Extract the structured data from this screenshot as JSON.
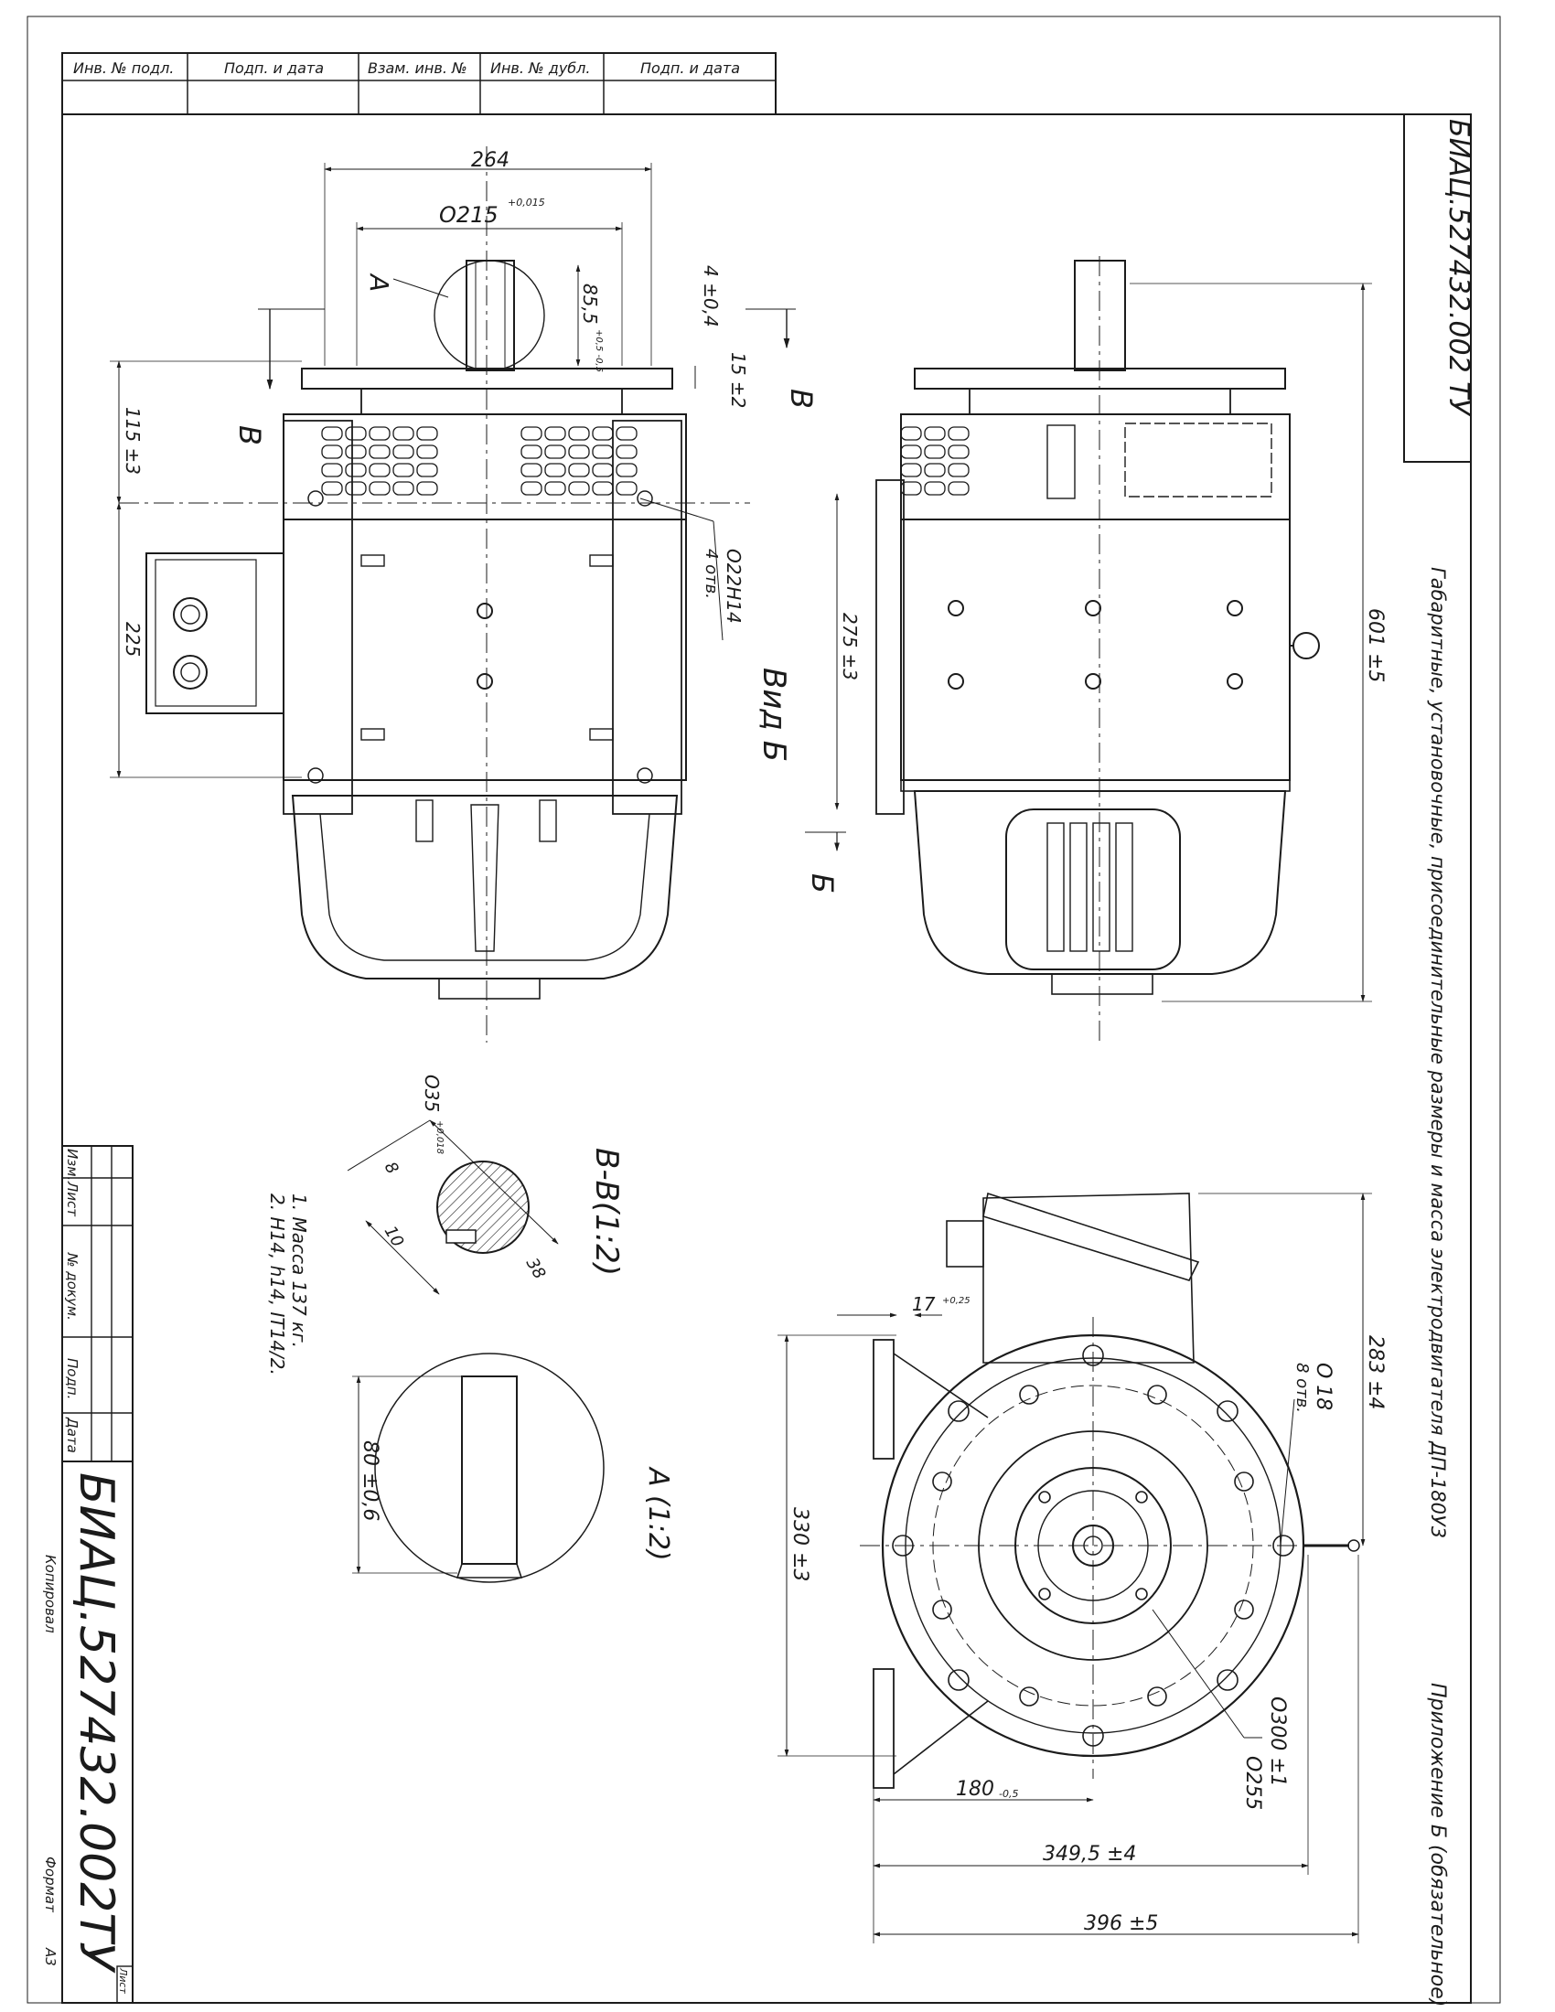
{
  "stamp_top": {
    "cells": [
      "Инв. № подл.",
      "Подп. и дата",
      "Взам. инв. №",
      "Инв. № дубл.",
      "Подп. и дата"
    ]
  },
  "title_top": "БИАЦ.527432.002 ТУ",
  "appendix": "Приложение Б (обязательное)",
  "caption": "Габаритные, установочные, присоединительные размеры и масса электродвигателя ДП-180У3",
  "front_view": {
    "dim_264": "264",
    "dim_d215": "О215",
    "dim_d215_tol": "+0,015",
    "dim_855": "85,5",
    "dim_855_tol": "+0,5 -0,5",
    "dim_4": "4 ±0,4",
    "dim_15": "15 ±2",
    "dim_115": "115 ±3",
    "dim_225": "225",
    "dim_hole": "О22Н14",
    "dim_hole_count": "4 отв.",
    "dim_275": "275 ±3",
    "label_A": "А",
    "label_B_left": "В",
    "label_B_right": "В",
    "view_B": "Вид Б",
    "label_Б": "Б"
  },
  "side_view": {
    "dim_601": "601 ±5"
  },
  "section": {
    "title": "В-В(1:2)",
    "dim_d35": "О35",
    "dim_d35_tol": "+0,018",
    "dim_10": "10",
    "dim_8a": "8",
    "dim_8b": "38"
  },
  "detail_A": {
    "title": "А (1:2)",
    "dim_80": "80 ±0,6"
  },
  "notes": [
    "1. Масса 137 кг.",
    "2. Н14, h14, IT14/2."
  ],
  "flange_view": {
    "dim_17": "17",
    "dim_17_tol": "+0,25",
    "dim_283": "283 ±4",
    "dim_d18": "О 18",
    "dim_d18_count": "8 отв.",
    "dim_330": "330 ±3",
    "dim_d300": "О300 ±1",
    "dim_d255": "О255",
    "dim_180": "180",
    "dim_180_tol": "-0,5",
    "dim_349": "349,5 ±4",
    "dim_396": "396 ±5"
  },
  "change_block": {
    "cells": [
      "Изм.",
      "Лист",
      "№ докум.",
      "Подп.",
      "Дата"
    ]
  },
  "title_bottom": "БИАЦ.527432.002ТУ",
  "copied": "Копировал",
  "format_label": "Формат",
  "format_value": "А3",
  "sheet_label": "Лист"
}
